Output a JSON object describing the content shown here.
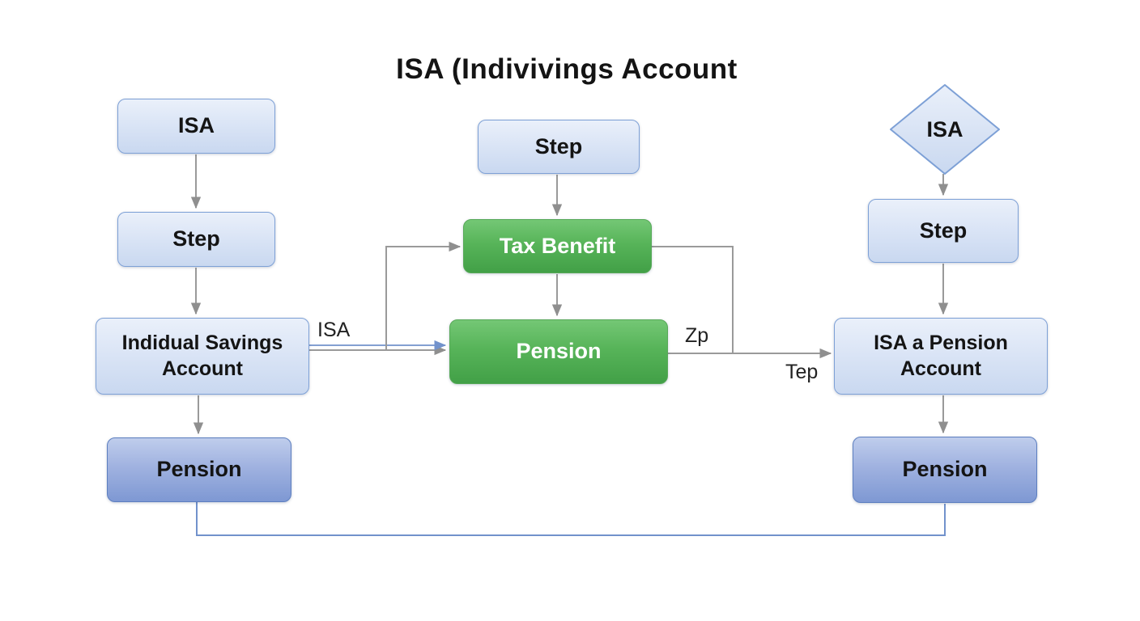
{
  "title": "ISA (Indivivings Account",
  "nodes": {
    "isa_left": {
      "label": "ISA"
    },
    "step_left": {
      "label": "Step"
    },
    "isa_account": {
      "label": "Indidual Savings Account"
    },
    "pension_left": {
      "label": "Pension"
    },
    "step_mid": {
      "label": "Step"
    },
    "tax_benefit": {
      "label": "Tax Benefit"
    },
    "pension_mid": {
      "label": "Pension"
    },
    "isa_diamond": {
      "label": "ISA"
    },
    "step_right": {
      "label": "Step"
    },
    "isa_pension_account": {
      "label": "ISA a Pension Account"
    },
    "pension_right": {
      "label": "Pension"
    }
  },
  "edge_labels": {
    "isa": "ISA",
    "zp": "Zp",
    "tep": "Tep"
  },
  "colors": {
    "light_node_top": "#eaf0fa",
    "light_node_bottom": "#c9d8f0",
    "light_node_border": "#7da0d6",
    "blue_node_top": "#bfcdec",
    "blue_node_bottom": "#7e98d3",
    "blue_node_border": "#5d7fc0",
    "green_node_top": "#74c775",
    "green_node_bottom": "#42a047",
    "green_node_border": "#57a858",
    "arrow_gray": "#9a9a9a",
    "arrow_blue": "#7292cc",
    "title_text": "#141414"
  }
}
